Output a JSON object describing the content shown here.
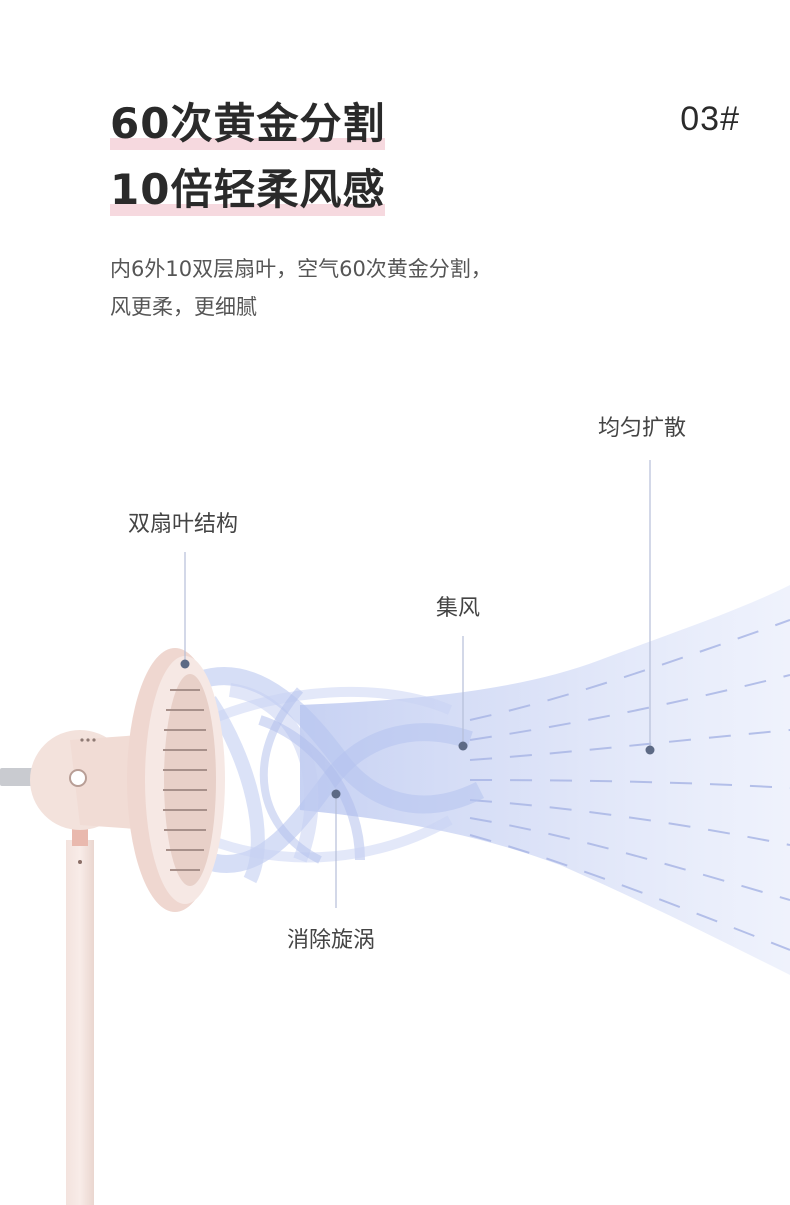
{
  "header": {
    "title_line1": "60次黄金分割",
    "title_line2": "10倍轻柔风感",
    "section_number": "03#",
    "description_line1": "内6外10双层扇叶，空气60次黄金分割，",
    "description_line2": "风更柔，更细腻"
  },
  "callouts": {
    "dual_blade": "双扇叶结构",
    "even_diffusion": "均匀扩散",
    "focused_air": "集风",
    "vortex_elimination": "消除旋涡"
  },
  "colors": {
    "highlight": "#f6d9df",
    "fan_pink": "#f0dcd6",
    "airflow_blue": "#c9d3f2",
    "dot": "#5d6a85"
  },
  "icons": {
    "fan": "pedestal-fan-illustration",
    "airflow": "airflow-ribbons-illustration"
  }
}
